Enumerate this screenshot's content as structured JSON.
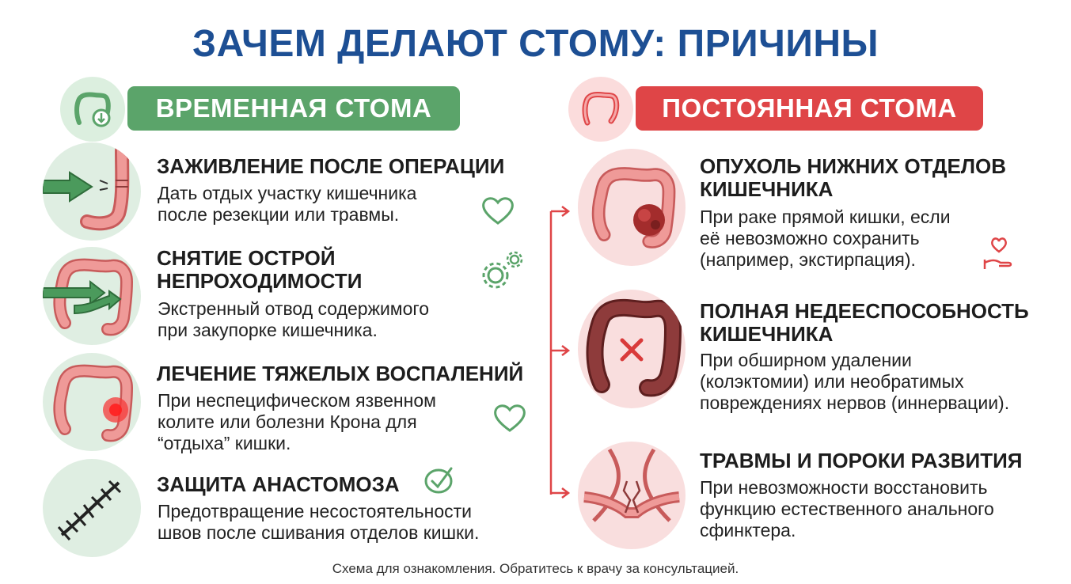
{
  "title": "ЗАЧЕМ ДЕЛАЮТ СТОМУ: ПРИЧИНЫ",
  "temporary": {
    "header": "ВРЕМЕННАЯ СТОМА",
    "items": [
      {
        "title": "ЗАЖИВЛЕНИЕ ПОСЛЕ ОПЕРАЦИИ",
        "desc": [
          "Дать отдых участку кишечника",
          "после резекции или травмы."
        ],
        "icon": "heart-icon"
      },
      {
        "title": [
          "СНЯТИЕ ОСТРОЙ",
          "НЕПРОХОДИМОСТИ"
        ],
        "desc": [
          "Экстренный отвод содержимого",
          "при закупорке кишечника."
        ],
        "icon": "gears-icon"
      },
      {
        "title": "ЛЕЧЕНИЕ ТЯЖЕЛЫХ ВОСПАЛЕНИЙ",
        "desc": [
          "При неспецифическом язвенном",
          "колите или болезни Крона для",
          "“отдыха” кишки."
        ],
        "icon": "heart-icon"
      },
      {
        "title": "ЗАЩИТА АНАСТОМОЗА",
        "desc": [
          "Предотвращение несостоятельности",
          "швов после сшивания отделов кишки."
        ],
        "icon": "shield-check-icon"
      }
    ]
  },
  "permanent": {
    "header": "ПОСТОЯННАЯ СТОМА",
    "items": [
      {
        "title": [
          "ОПУХОЛЬ НИЖНИХ ОТДЕЛОВ",
          "КИШЕЧНИКА"
        ],
        "desc": [
          "При раке прямой кишки, если",
          "её невозможно сохранить",
          "(например, экстирпация)."
        ],
        "icon": "heart-hand-icon"
      },
      {
        "title": [
          "ПОЛНАЯ НЕДЕЕСПОСОБНОСТЬ",
          "КИШЕЧНИКА"
        ],
        "desc": [
          "При обширном удалении",
          "(колэктомии) или необратимых",
          "повреждениях нервов (иннервации)."
        ]
      },
      {
        "title": "ТРАВМЫ И ПОРОКИ РАЗВИТИЯ",
        "desc": [
          "При невозможности восстановить",
          "функцию естественного анального",
          "сфинктера."
        ]
      }
    ]
  },
  "footer": "Схема для ознакомления. Обратитесь к врачу за консультацией.",
  "colors": {
    "title": "#1d4f94",
    "temporary_accent": "#5ba46a",
    "permanent_accent": "#df4547",
    "intestine": "#e88a8a",
    "intestine_dark": "#8e3b3b"
  }
}
